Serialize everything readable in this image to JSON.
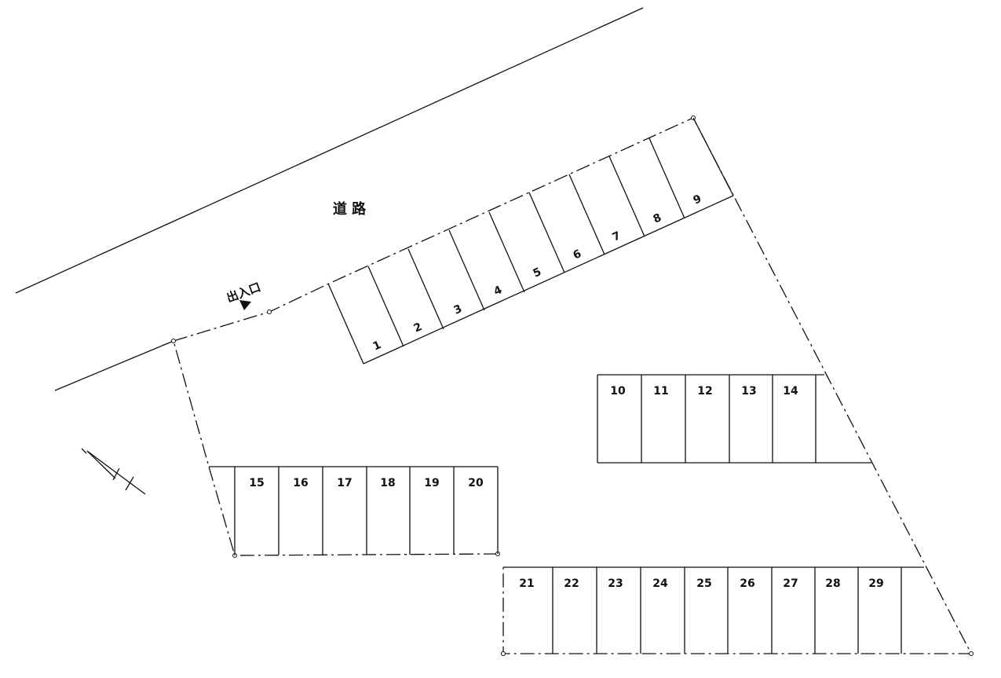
{
  "road_label": "道 路",
  "entrance_label": "出入口",
  "spaces": {
    "row_diagonal": [
      "1",
      "2",
      "3",
      "4",
      "5",
      "6",
      "7",
      "8",
      "9"
    ],
    "row_mid": [
      "10",
      "11",
      "12",
      "13",
      "14"
    ],
    "row_left": [
      "15",
      "16",
      "17",
      "18",
      "19",
      "20"
    ],
    "row_bottom": [
      "21",
      "22",
      "23",
      "24",
      "25",
      "26",
      "27",
      "28",
      "29"
    ]
  }
}
